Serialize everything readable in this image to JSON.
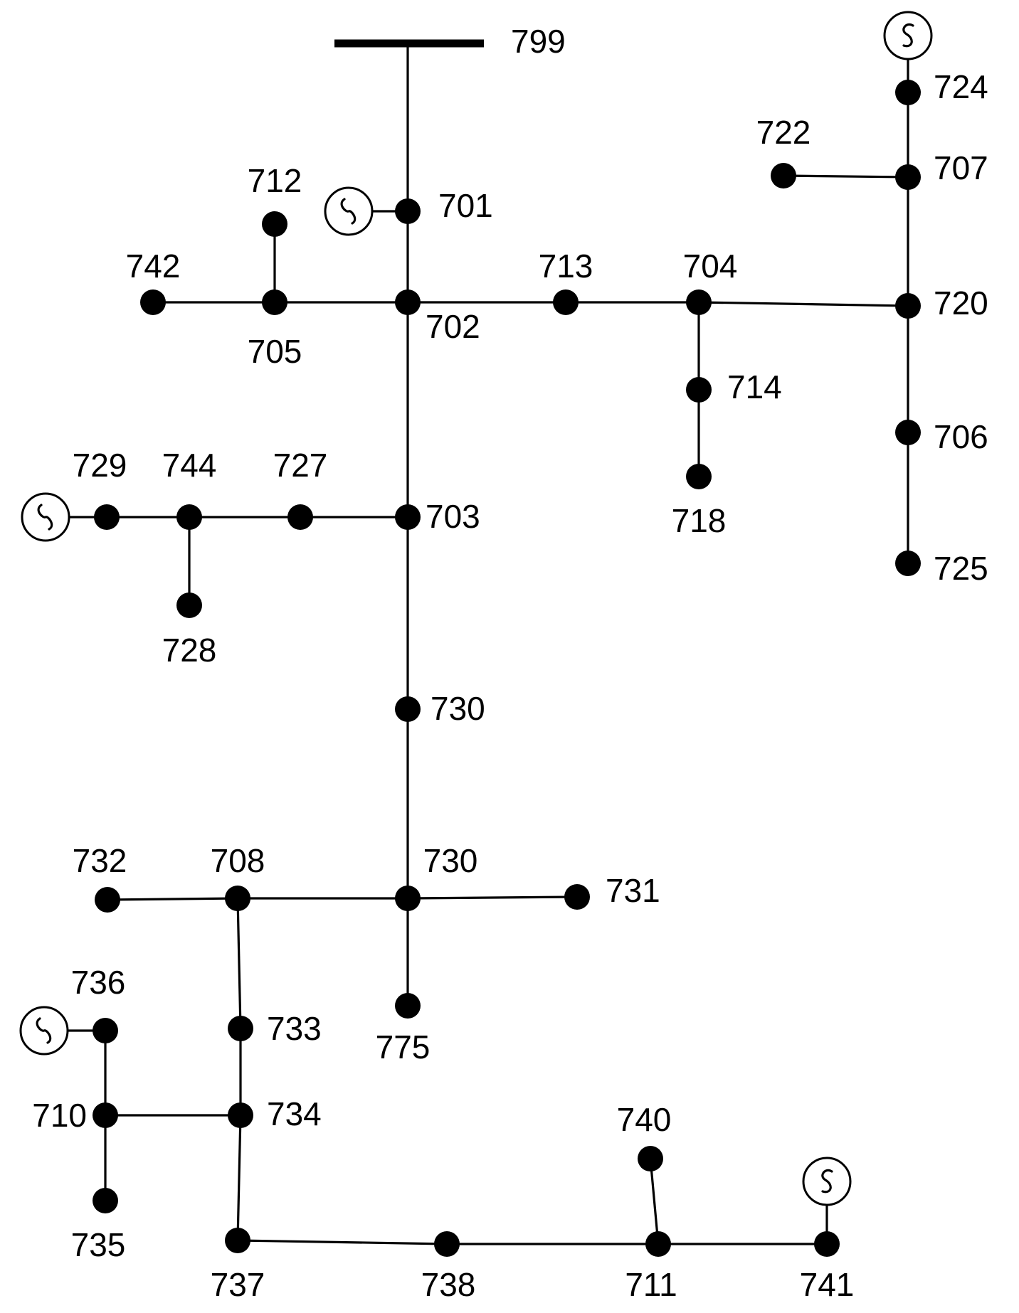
{
  "diagram": {
    "busbar": {
      "id": "b799",
      "label": "799"
    },
    "nodes": [
      {
        "id": "n701",
        "label": "701"
      },
      {
        "id": "n702",
        "label": "702"
      },
      {
        "id": "n705",
        "label": "705"
      },
      {
        "id": "n712",
        "label": "712"
      },
      {
        "id": "n742",
        "label": "742"
      },
      {
        "id": "n713",
        "label": "713"
      },
      {
        "id": "n704",
        "label": "704"
      },
      {
        "id": "n714",
        "label": "714"
      },
      {
        "id": "n718",
        "label": "718"
      },
      {
        "id": "n720",
        "label": "720"
      },
      {
        "id": "n707",
        "label": "707"
      },
      {
        "id": "n722",
        "label": "722"
      },
      {
        "id": "n724",
        "label": "724"
      },
      {
        "id": "n706",
        "label": "706"
      },
      {
        "id": "n725",
        "label": "725"
      },
      {
        "id": "n703",
        "label": "703"
      },
      {
        "id": "n727",
        "label": "727"
      },
      {
        "id": "n744",
        "label": "744"
      },
      {
        "id": "n729",
        "label": "729"
      },
      {
        "id": "n728",
        "label": "728"
      },
      {
        "id": "n730a",
        "label": "730"
      },
      {
        "id": "n730b",
        "label": "730"
      },
      {
        "id": "n708",
        "label": "708"
      },
      {
        "id": "n732",
        "label": "732"
      },
      {
        "id": "n731",
        "label": "731"
      },
      {
        "id": "n775",
        "label": "775"
      },
      {
        "id": "n733",
        "label": "733"
      },
      {
        "id": "n734",
        "label": "734"
      },
      {
        "id": "n710",
        "label": "710"
      },
      {
        "id": "n736",
        "label": "736"
      },
      {
        "id": "n735",
        "label": "735"
      },
      {
        "id": "n737",
        "label": "737"
      },
      {
        "id": "n738",
        "label": "738"
      },
      {
        "id": "n711",
        "label": "711"
      },
      {
        "id": "n740",
        "label": "740"
      },
      {
        "id": "n741",
        "label": "741"
      }
    ],
    "edges": [
      [
        "b799",
        "n701"
      ],
      [
        "n701",
        "n702"
      ],
      [
        "n702",
        "n705"
      ],
      [
        "n705",
        "n742"
      ],
      [
        "n705",
        "n712"
      ],
      [
        "n702",
        "n713"
      ],
      [
        "n713",
        "n704"
      ],
      [
        "n704",
        "n720"
      ],
      [
        "n704",
        "n714"
      ],
      [
        "n714",
        "n718"
      ],
      [
        "n720",
        "n707"
      ],
      [
        "n707",
        "n722"
      ],
      [
        "n707",
        "n724"
      ],
      [
        "n720",
        "n706"
      ],
      [
        "n706",
        "n725"
      ],
      [
        "n702",
        "n703"
      ],
      [
        "n703",
        "n727"
      ],
      [
        "n727",
        "n744"
      ],
      [
        "n744",
        "n729"
      ],
      [
        "n744",
        "n728"
      ],
      [
        "n703",
        "n730a"
      ],
      [
        "n730a",
        "n730b"
      ],
      [
        "n730b",
        "n708"
      ],
      [
        "n708",
        "n732"
      ],
      [
        "n730b",
        "n731"
      ],
      [
        "n730b",
        "n775"
      ],
      [
        "n708",
        "n733"
      ],
      [
        "n733",
        "n734"
      ],
      [
        "n734",
        "n710"
      ],
      [
        "n710",
        "n736"
      ],
      [
        "n710",
        "n735"
      ],
      [
        "n734",
        "n737"
      ],
      [
        "n737",
        "n738"
      ],
      [
        "n738",
        "n711"
      ],
      [
        "n711",
        "n740"
      ],
      [
        "n711",
        "n741"
      ]
    ],
    "generators": [
      {
        "id": "g701",
        "attached_to": "n701",
        "symbol": "sine"
      },
      {
        "id": "g724",
        "attached_to": "n724",
        "symbol": "s-curve"
      },
      {
        "id": "g729",
        "attached_to": "n729",
        "symbol": "sine"
      },
      {
        "id": "g736",
        "attached_to": "n736",
        "symbol": "sine"
      },
      {
        "id": "g741",
        "attached_to": "n741",
        "symbol": "s-curve"
      }
    ]
  }
}
